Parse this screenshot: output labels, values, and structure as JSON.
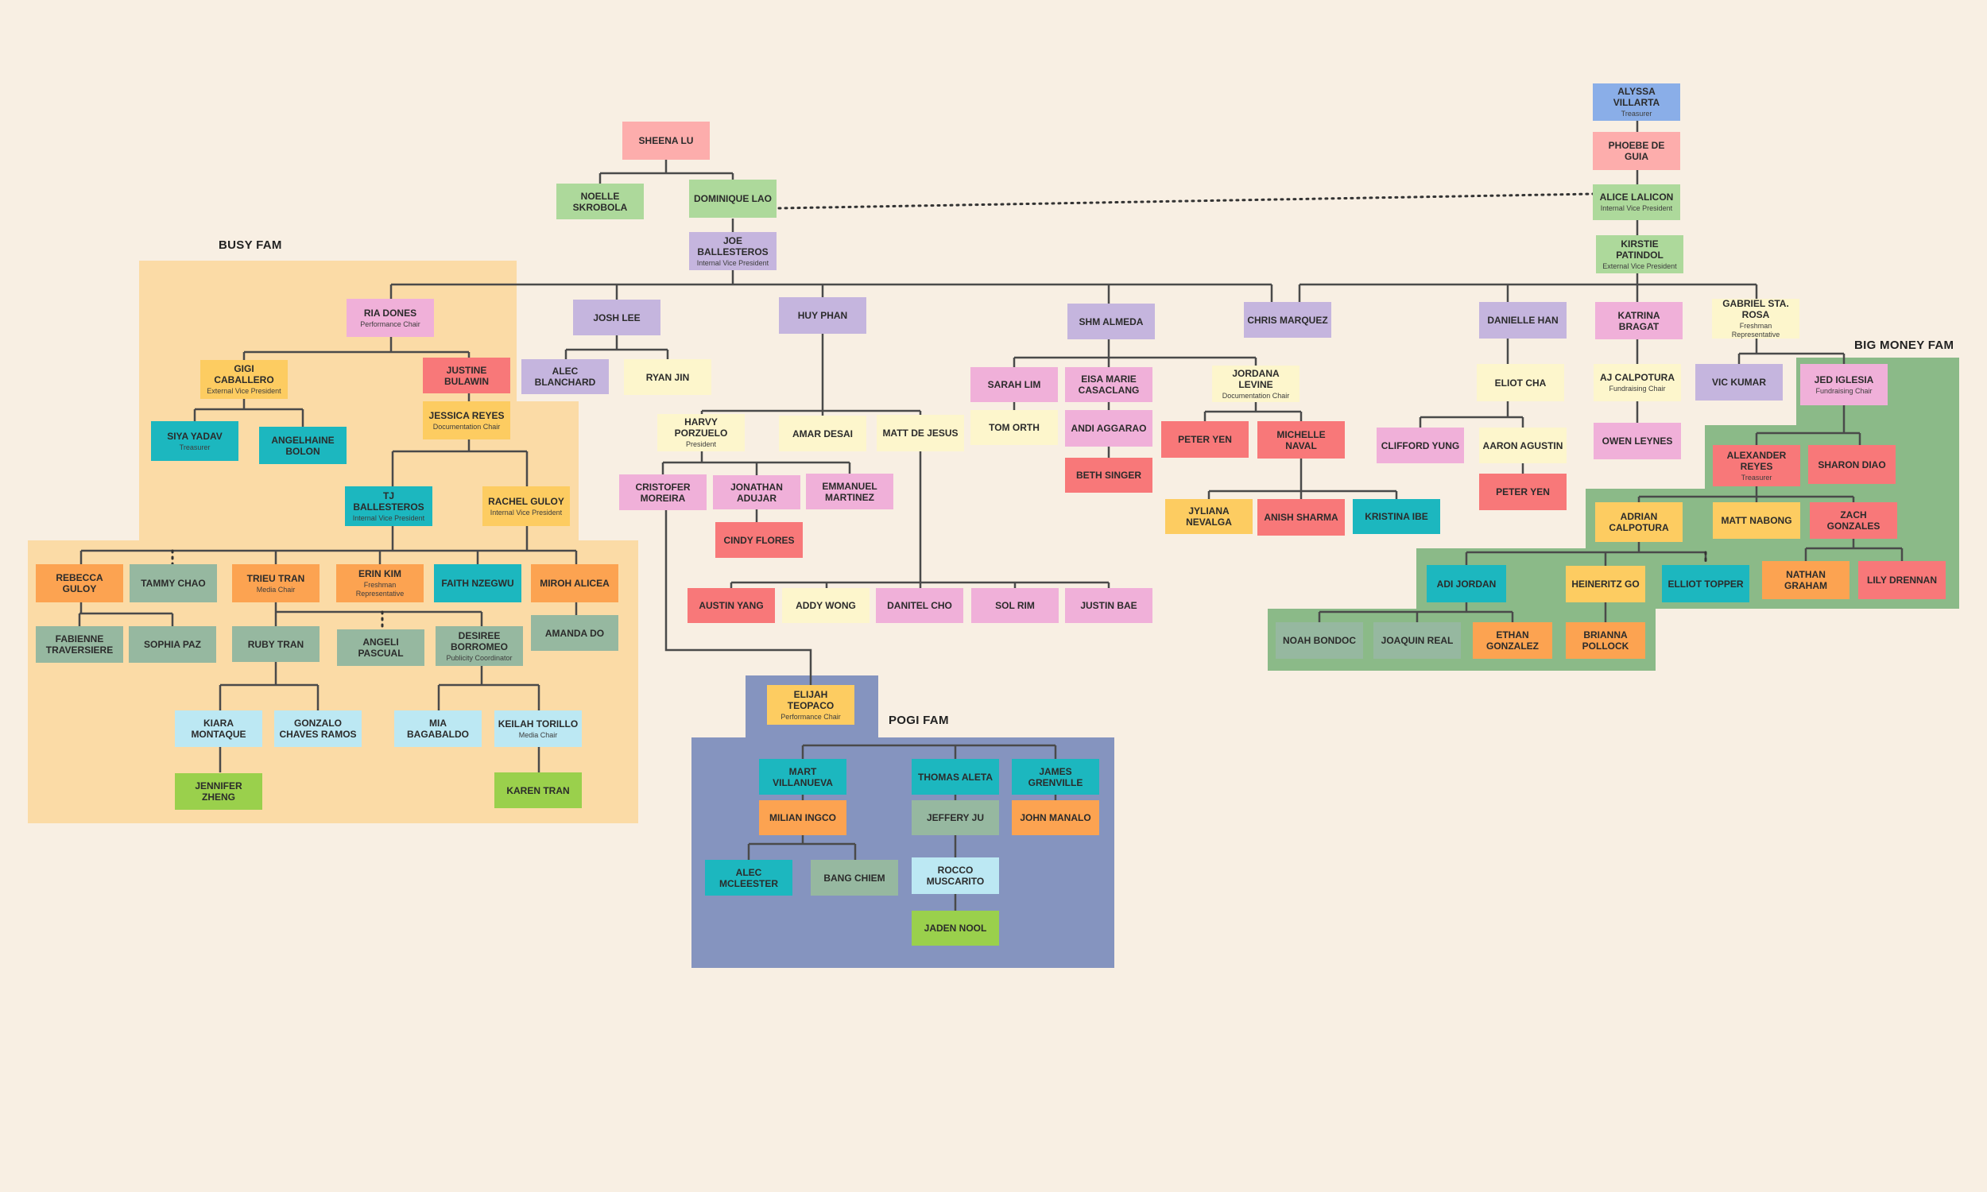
{
  "fams": {
    "busy": "BUSY FAM",
    "pogi": "POGI FAM",
    "big_money": "BIG MONEY FAM"
  },
  "colors": {
    "background": "#f8efe3",
    "busy_region": "#fbdba6",
    "pogi_region": "#8594bf",
    "big_money_region": "#8bba88",
    "pink": "#fdadac",
    "green": "#add99b",
    "lavender": "#c5b5de",
    "blue": "#8aaee8",
    "yellow": "#fdf6cc",
    "magenta": "#f0b0d9",
    "red": "#f87879",
    "orange": "#fca351",
    "gold": "#fdcc61",
    "teal": "#1cb7bf",
    "sage": "#96b8a0",
    "lightblue": "#bce8f3",
    "lime": "#9ad04c"
  },
  "members": [
    {
      "id": "sheena",
      "name": "SHEENA LU",
      "role": "",
      "color": "pink"
    },
    {
      "id": "noelle",
      "name": "NOELLE SKROBOLA",
      "role": "",
      "color": "green"
    },
    {
      "id": "dominique",
      "name": "DOMINIQUE LAO",
      "role": "",
      "color": "green"
    },
    {
      "id": "joeb",
      "name": "JOE BALLESTEROS",
      "role": "Internal Vice President",
      "color": "lavender"
    },
    {
      "id": "alyssa",
      "name": "ALYSSA VILLARTA",
      "role": "Treasurer",
      "color": "blue"
    },
    {
      "id": "phoebe",
      "name": "PHOEBE DE GUIA",
      "role": "",
      "color": "pink"
    },
    {
      "id": "alice",
      "name": "ALICE LALICON",
      "role": "Internal Vice President",
      "color": "green"
    },
    {
      "id": "kirstie",
      "name": "KIRSTIE PATINDOL",
      "role": "External Vice President",
      "color": "green"
    },
    {
      "id": "ria",
      "name": "RIA DONES",
      "role": "Performance Chair",
      "color": "magenta"
    },
    {
      "id": "joshlee",
      "name": "JOSH LEE",
      "role": "",
      "color": "lavender"
    },
    {
      "id": "huy",
      "name": "HUY PHAN",
      "role": "",
      "color": "lavender"
    },
    {
      "id": "shm",
      "name": "SHM ALMEDA",
      "role": "",
      "color": "lavender"
    },
    {
      "id": "chris",
      "name": "CHRIS MARQUEZ",
      "role": "",
      "color": "lavender"
    },
    {
      "id": "danielle",
      "name": "DANIELLE HAN",
      "role": "",
      "color": "lavender"
    },
    {
      "id": "katrina",
      "name": "KATRINA BRAGAT",
      "role": "",
      "color": "magenta"
    },
    {
      "id": "gabriel",
      "name": "GABRIEL STA. ROSA",
      "role": "Freshman Representative",
      "color": "yellow"
    },
    {
      "id": "gigi",
      "name": "GIGI CABALLERO",
      "role": "External Vice President",
      "color": "gold"
    },
    {
      "id": "justineb",
      "name": "JUSTINE BULAWIN",
      "role": "",
      "color": "red"
    },
    {
      "id": "jessica",
      "name": "JESSICA REYES",
      "role": "Documentation Chair",
      "color": "gold"
    },
    {
      "id": "siya",
      "name": "SIYA YADAV",
      "role": "Treasurer",
      "color": "teal"
    },
    {
      "id": "angelhaine",
      "name": "ANGELHAINE BOLON",
      "role": "",
      "color": "teal"
    },
    {
      "id": "tjb",
      "name": "TJ BALLESTEROS",
      "role": "Internal Vice President",
      "color": "teal"
    },
    {
      "id": "rachel",
      "name": "RACHEL GULOY",
      "role": "Internal Vice President",
      "color": "gold"
    },
    {
      "id": "rebecca",
      "name": "REBECCA GULOY",
      "role": "",
      "color": "orange"
    },
    {
      "id": "tammy",
      "name": "TAMMY CHAO",
      "role": "",
      "color": "sage"
    },
    {
      "id": "trieu",
      "name": "TRIEU TRAN",
      "role": "Media Chair",
      "color": "orange"
    },
    {
      "id": "erin",
      "name": "ERIN KIM",
      "role": "Freshman Representative",
      "color": "orange"
    },
    {
      "id": "faith",
      "name": "FAITH NZEGWU",
      "role": "",
      "color": "teal"
    },
    {
      "id": "miroh",
      "name": "MIROH ALICEA",
      "role": "",
      "color": "orange"
    },
    {
      "id": "fabienne",
      "name": "FABIENNE TRAVERSIERE",
      "role": "",
      "color": "sage"
    },
    {
      "id": "sophia",
      "name": "SOPHIA PAZ",
      "role": "",
      "color": "sage"
    },
    {
      "id": "ruby",
      "name": "RUBY TRAN",
      "role": "",
      "color": "sage"
    },
    {
      "id": "angeli",
      "name": "ANGELI PASCUAL",
      "role": "",
      "color": "sage"
    },
    {
      "id": "desiree",
      "name": "DESIREE BORROMEO",
      "role": "Publicity Coordinator",
      "color": "sage"
    },
    {
      "id": "amanda",
      "name": "AMANDA DO",
      "role": "",
      "color": "sage"
    },
    {
      "id": "kiara",
      "name": "KIARA MONTAQUE",
      "role": "",
      "color": "lightblue"
    },
    {
      "id": "gonzalo",
      "name": "GONZALO CHAVES RAMOS",
      "role": "",
      "color": "lightblue"
    },
    {
      "id": "mia",
      "name": "MIA BAGABALDO",
      "role": "",
      "color": "lightblue"
    },
    {
      "id": "keilah",
      "name": "KEILAH TORILLO",
      "role": "Media Chair",
      "color": "lightblue"
    },
    {
      "id": "jennifer",
      "name": "JENNIFER ZHENG",
      "role": "",
      "color": "lime"
    },
    {
      "id": "karen",
      "name": "KAREN TRAN",
      "role": "",
      "color": "lime"
    },
    {
      "id": "alecb",
      "name": "ALEC BLANCHARD",
      "role": "",
      "color": "lavender"
    },
    {
      "id": "ryan",
      "name": "RYAN JIN",
      "role": "",
      "color": "yellow"
    },
    {
      "id": "harvy",
      "name": "HARVY PORZUELO",
      "role": "President",
      "color": "yellow"
    },
    {
      "id": "amar",
      "name": "AMAR DESAI",
      "role": "",
      "color": "yellow"
    },
    {
      "id": "mattdj",
      "name": "MATT DE JESUS",
      "role": "",
      "color": "yellow"
    },
    {
      "id": "cristofer",
      "name": "CRISTOFER MOREIRA",
      "role": "",
      "color": "magenta"
    },
    {
      "id": "jonathan",
      "name": "JONATHAN ADUJAR",
      "role": "",
      "color": "magenta"
    },
    {
      "id": "emmanuel",
      "name": "EMMANUEL MARTINEZ",
      "role": "",
      "color": "magenta"
    },
    {
      "id": "cindy",
      "name": "CINDY FLORES",
      "role": "",
      "color": "red"
    },
    {
      "id": "austin",
      "name": "AUSTIN YANG",
      "role": "",
      "color": "red"
    },
    {
      "id": "addy",
      "name": "ADDY WONG",
      "role": "",
      "color": "yellow"
    },
    {
      "id": "danitel",
      "name": "DANITEL CHO",
      "role": "",
      "color": "magenta"
    },
    {
      "id": "sol",
      "name": "SOL RIM",
      "role": "",
      "color": "magenta"
    },
    {
      "id": "justinbae",
      "name": "JUSTIN BAE",
      "role": "",
      "color": "magenta"
    },
    {
      "id": "elijah",
      "name": "ELIJAH TEOPACO",
      "role": "Performance Chair",
      "color": "gold"
    },
    {
      "id": "mart",
      "name": "MART VILLANUEVA",
      "role": "",
      "color": "teal"
    },
    {
      "id": "thomas",
      "name": "THOMAS ALETA",
      "role": "",
      "color": "teal"
    },
    {
      "id": "james",
      "name": "JAMES GRENVILLE",
      "role": "",
      "color": "teal"
    },
    {
      "id": "milian",
      "name": "MILIAN INGCO",
      "role": "",
      "color": "orange"
    },
    {
      "id": "jeffery",
      "name": "JEFFERY JU",
      "role": "",
      "color": "sage"
    },
    {
      "id": "john",
      "name": "JOHN MANALO",
      "role": "",
      "color": "orange"
    },
    {
      "id": "alecm",
      "name": "ALEC MCLEESTER",
      "role": "",
      "color": "teal"
    },
    {
      "id": "bang",
      "name": "BANG CHIEM",
      "role": "",
      "color": "sage"
    },
    {
      "id": "rocco",
      "name": "ROCCO MUSCARITO",
      "role": "",
      "color": "lightblue"
    },
    {
      "id": "jaden",
      "name": "JADEN NOOL",
      "role": "",
      "color": "lime"
    },
    {
      "id": "sarah",
      "name": "SARAH LIM",
      "role": "",
      "color": "magenta"
    },
    {
      "id": "eisa",
      "name": "EISA MARIE CASACLANG",
      "role": "",
      "color": "magenta"
    },
    {
      "id": "jordana",
      "name": "JORDANA LEVINE",
      "role": "Documentation Chair",
      "color": "yellow"
    },
    {
      "id": "tom",
      "name": "TOM ORTH",
      "role": "",
      "color": "yellow"
    },
    {
      "id": "andi",
      "name": "ANDI AGGARAO",
      "role": "",
      "color": "magenta"
    },
    {
      "id": "beth",
      "name": "BETH SINGER",
      "role": "",
      "color": "red"
    },
    {
      "id": "peteryen1",
      "name": "PETER YEN",
      "role": "",
      "color": "red"
    },
    {
      "id": "michelle",
      "name": "MICHELLE NAVAL",
      "role": "",
      "color": "red"
    },
    {
      "id": "jyliana",
      "name": "JYLIANA NEVALGA",
      "role": "",
      "color": "gold"
    },
    {
      "id": "anish",
      "name": "ANISH SHARMA",
      "role": "",
      "color": "red"
    },
    {
      "id": "kristina",
      "name": "KRISTINA IBE",
      "role": "",
      "color": "teal"
    },
    {
      "id": "eliot",
      "name": "ELIOT CHA",
      "role": "",
      "color": "yellow"
    },
    {
      "id": "clifford",
      "name": "CLIFFORD YUNG",
      "role": "",
      "color": "magenta"
    },
    {
      "id": "aaron",
      "name": "AARON AGUSTIN",
      "role": "",
      "color": "yellow"
    },
    {
      "id": "peteryen2",
      "name": "PETER YEN",
      "role": "",
      "color": "red"
    },
    {
      "id": "aj",
      "name": "AJ CALPOTURA",
      "role": "Fundraising Chair",
      "color": "yellow"
    },
    {
      "id": "owen",
      "name": "OWEN LEYNES",
      "role": "",
      "color": "magenta"
    },
    {
      "id": "vic",
      "name": "VIC KUMAR",
      "role": "",
      "color": "lavender"
    },
    {
      "id": "jed",
      "name": "JED IGLESIA",
      "role": "Fundraising Chair",
      "color": "magenta"
    },
    {
      "id": "alexander",
      "name": "ALEXANDER REYES",
      "role": "Treasurer",
      "color": "red"
    },
    {
      "id": "sharon",
      "name": "SHARON DIAO",
      "role": "",
      "color": "red"
    },
    {
      "id": "adrian",
      "name": "ADRIAN CALPOTURA",
      "role": "",
      "color": "gold"
    },
    {
      "id": "mattn",
      "name": "MATT NABONG",
      "role": "",
      "color": "gold"
    },
    {
      "id": "zach",
      "name": "ZACH GONZALES",
      "role": "",
      "color": "red"
    },
    {
      "id": "adi",
      "name": "ADI JORDAN",
      "role": "",
      "color": "teal"
    },
    {
      "id": "heineritz",
      "name": "HEINERITZ GO",
      "role": "",
      "color": "gold"
    },
    {
      "id": "elliot",
      "name": "ELLIOT TOPPER",
      "role": "",
      "color": "teal"
    },
    {
      "id": "nathan",
      "name": "NATHAN GRAHAM",
      "role": "",
      "color": "orange"
    },
    {
      "id": "lily",
      "name": "LILY DRENNAN",
      "role": "",
      "color": "red"
    },
    {
      "id": "noah",
      "name": "NOAH BONDOC",
      "role": "",
      "color": "sage"
    },
    {
      "id": "joaquin",
      "name": "JOAQUIN REAL",
      "role": "",
      "color": "sage"
    },
    {
      "id": "ethan",
      "name": "ETHAN GONZALEZ",
      "role": "",
      "color": "orange"
    },
    {
      "id": "brianna",
      "name": "BRIANNA POLLOCK",
      "role": "",
      "color": "orange"
    }
  ]
}
